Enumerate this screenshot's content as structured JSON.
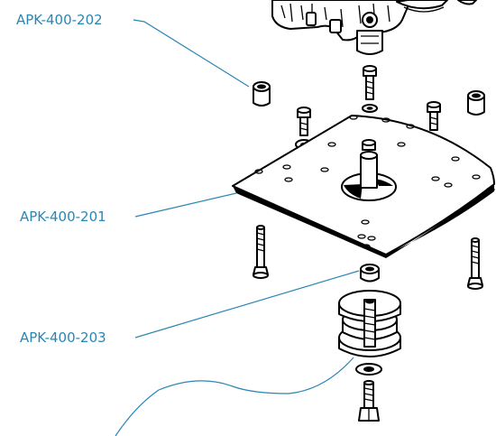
{
  "callouts": {
    "spacer": "APK-400-202",
    "plate": "APK-400-201",
    "washer": "APK-400-203"
  },
  "colors": {
    "callout": "#2a86b4",
    "line": "#000000",
    "background": "#ffffff"
  }
}
